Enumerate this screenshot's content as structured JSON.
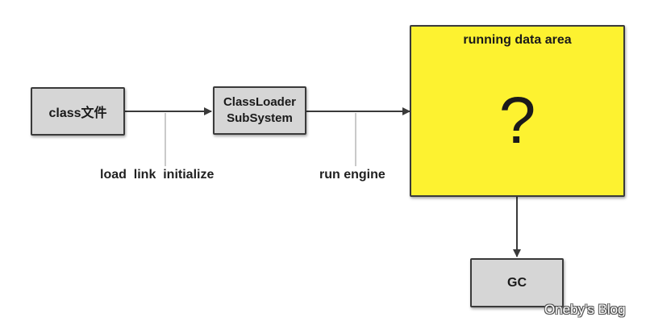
{
  "nodes": {
    "class_file": "class文件",
    "classloader_line1": "ClassLoader",
    "classloader_line2": "SubSystem",
    "runtime_area_title": "running data area",
    "runtime_area_mark": "?",
    "gc": "GC"
  },
  "edge_labels": {
    "loading": "load  link  initialize",
    "engine": "run engine"
  },
  "watermark": "Oneby's Blog",
  "colors": {
    "node_fill": "#d6d6d6",
    "runtime_fill": "#fdf230",
    "stroke": "#3a3a3a"
  }
}
